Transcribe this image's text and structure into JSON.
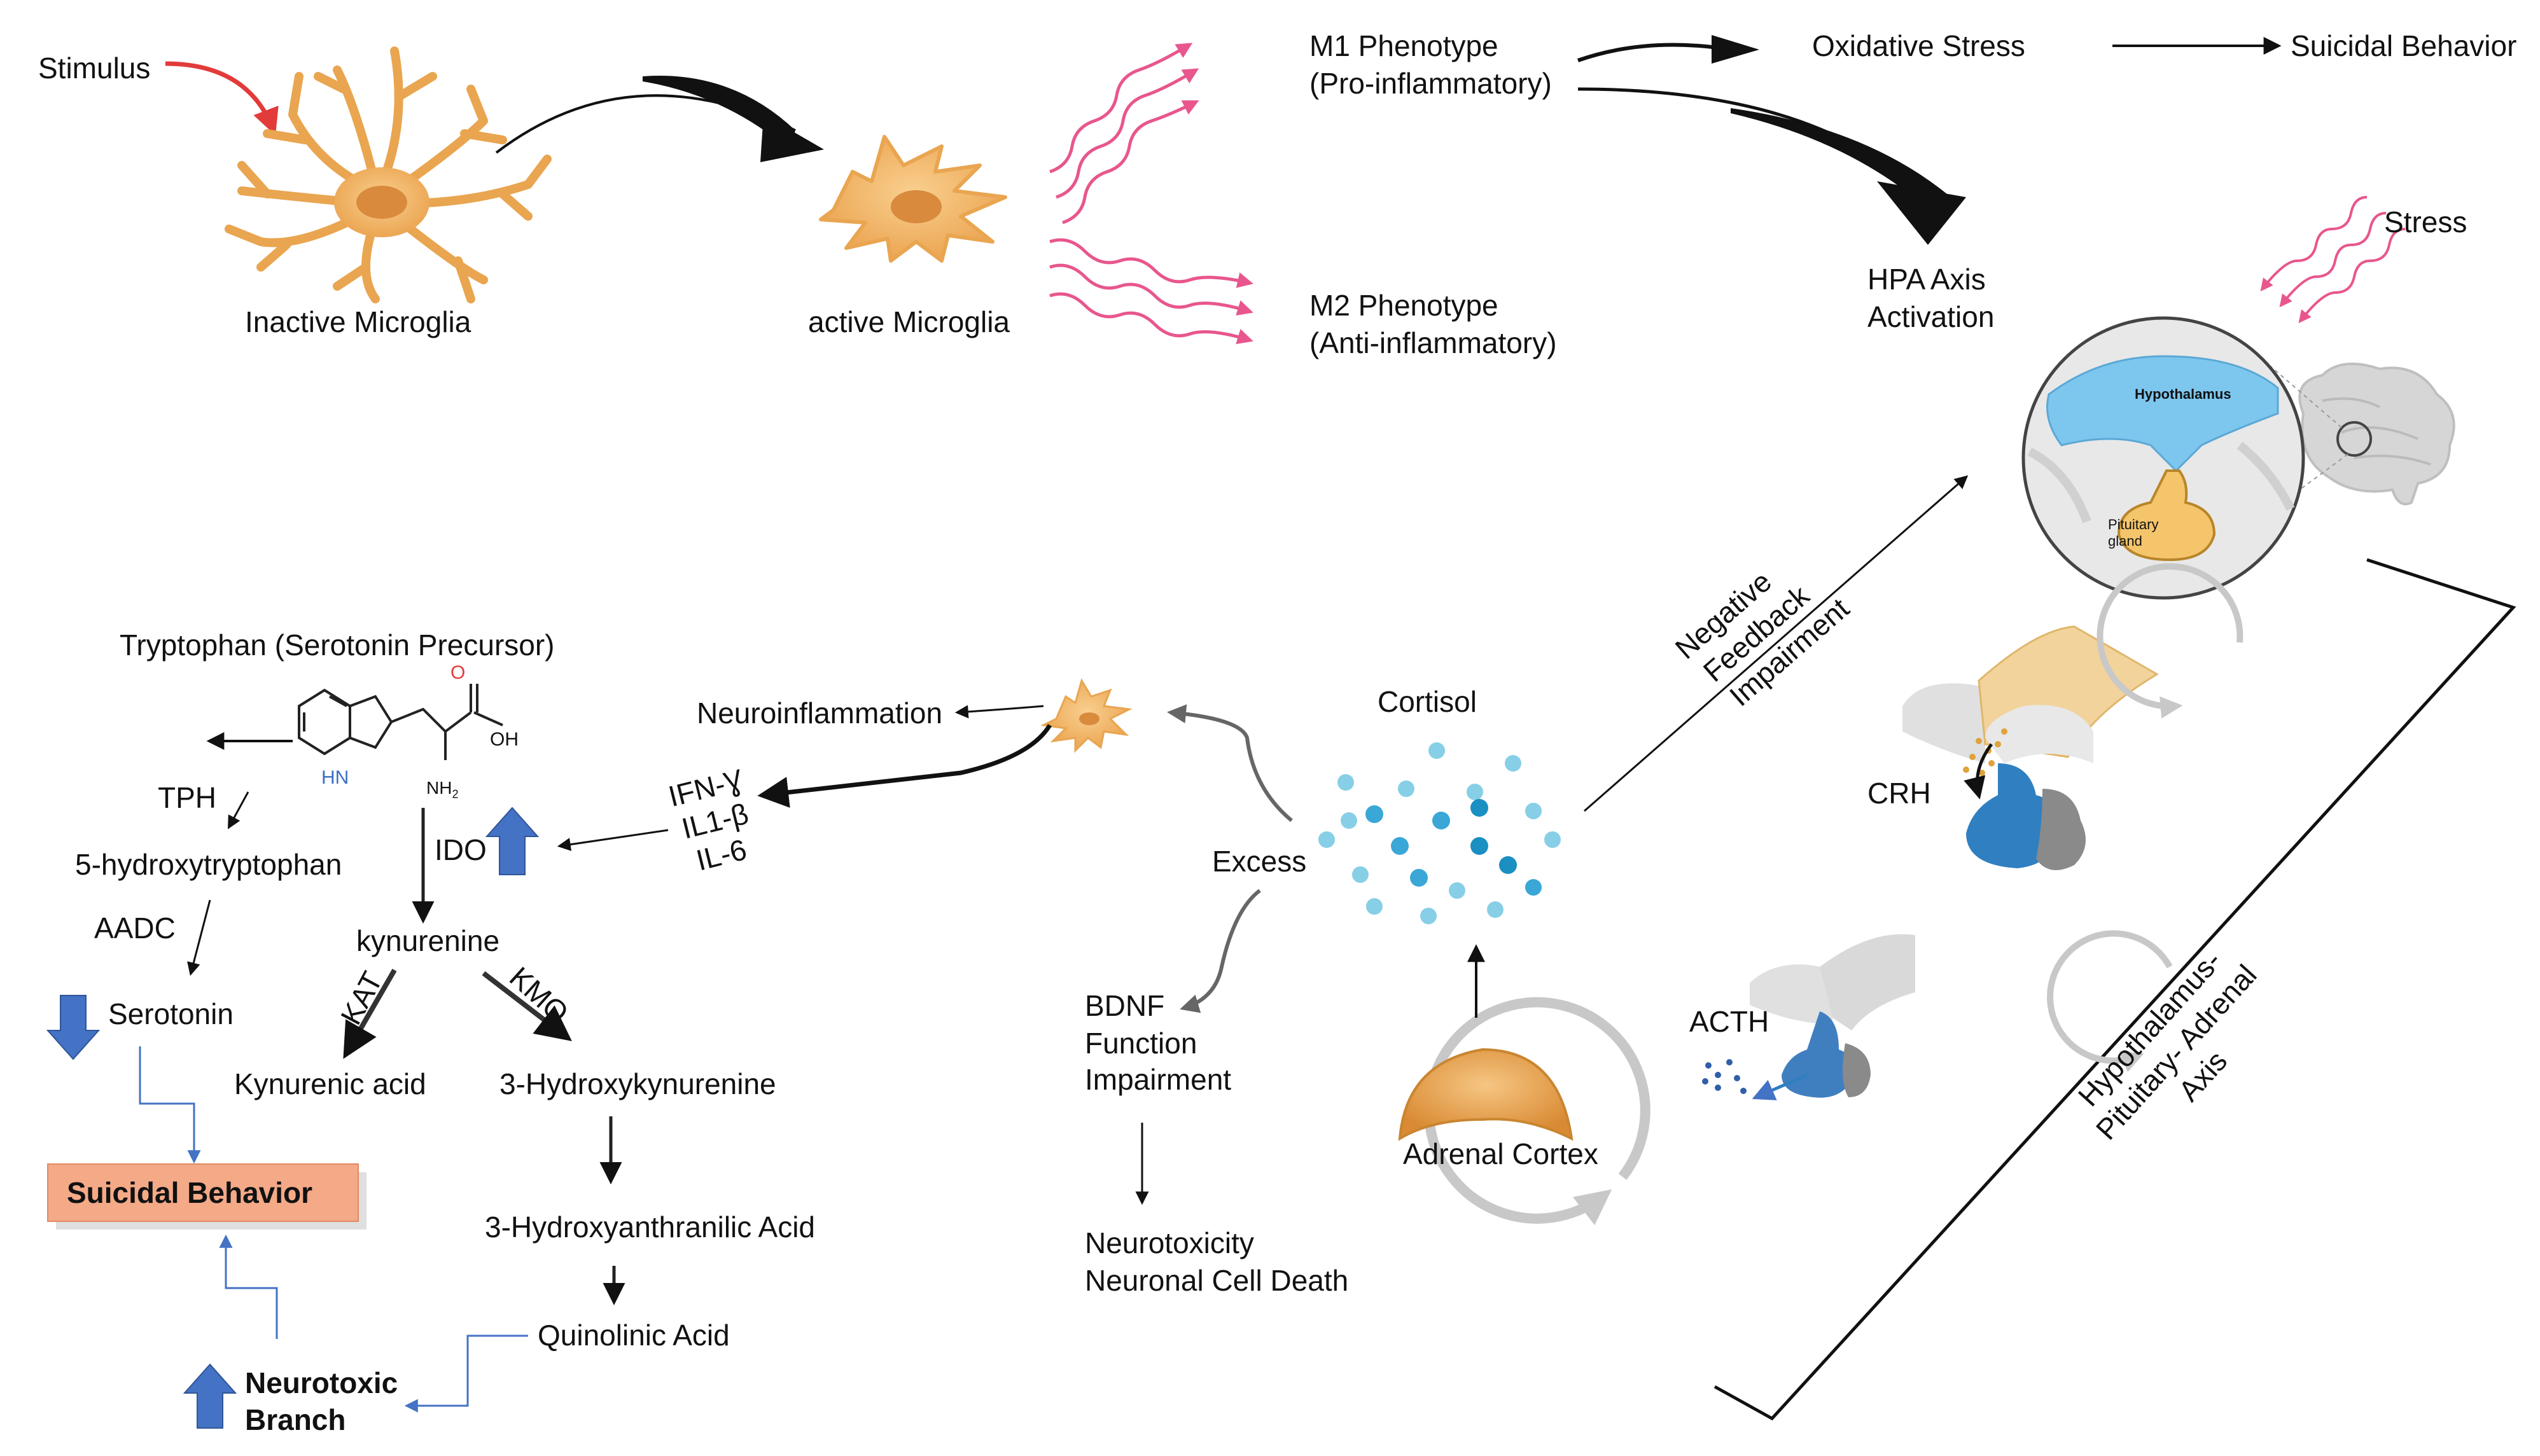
{
  "microglia": {
    "stimulus": "Stimulus",
    "inactive": "Inactive Microglia",
    "active": "active Microglia",
    "m1_line1": "M1 Phenotype",
    "m1_line2": "(Pro-inflammatory)",
    "m2_line1": "M2 Phenotype",
    "m2_line2": "(Anti-inflammatory)",
    "oxidative": "Oxidative Stress",
    "suicidal_top": "Suicidal Behavior",
    "hpa_line1": "HPA Axis",
    "hpa_line2": "Activation"
  },
  "hpa": {
    "stress": "Stress",
    "hypothalamus": "Hypothalamus",
    "pituitary_line1": "Pituitary",
    "pituitary_line2": "gland",
    "crh": "CRH",
    "acth": "ACTH",
    "adrenal": "Adrenal Cortex",
    "cortisol": "Cortisol",
    "excess": "Excess",
    "axis_line1": "Hypothalamus-",
    "axis_line2": "Pituitary- Adrenal",
    "axis_line3": "Axis",
    "neg_line1": "Negative",
    "neg_line2": "Feedback",
    "neg_line3": "Impairment"
  },
  "inflammation": {
    "neuroinflammation": "Neuroinflammation",
    "cyto1": "IFN-Ɣ",
    "cyto2": "IL1-β",
    "cyto3": "IL-6",
    "bdnf_line1": "BDNF",
    "bdnf_line2": "Function",
    "bdnf_line3": "Impairment",
    "neurotox_line1": "Neurotoxicity",
    "neurotox_line2": "Neuronal Cell Death"
  },
  "kynurenine": {
    "tryptophan": "Tryptophan (Serotonin Precursor)",
    "oh": "OH",
    "hn": "HN",
    "nh2": "NH",
    "nh2_sub": "2",
    "o": "O",
    "tph": "TPH",
    "htp": "5-hydroxytryptophan",
    "aadc": "AADC",
    "serotonin": "Serotonin",
    "ido": "IDO",
    "kynurenine": "kynurenine",
    "kat": "KAT",
    "kmo": "KMO",
    "kynurenic": "Kynurenic acid",
    "hk": "3-Hydroxykynurenine",
    "haa": "3-Hydroxyanthranilic Acid",
    "quin": "Quinolinic Acid",
    "suicidal": "Suicidal Behavior",
    "neurotoxic_line1": "Neurotoxic",
    "neurotoxic_line2": "Branch"
  },
  "colors": {
    "microglia": "#f4b665",
    "pink_wave": "#e5397a",
    "red_arrow": "#e33a3a",
    "blue_arrow": "#4472c4",
    "cortisol_light": "#87cfe6",
    "cortisol_dark": "#1a8fc2",
    "hypothalamus": "#6fbfea",
    "pituitary": "#f5c56b",
    "suicidal_box": "#f4a987"
  }
}
